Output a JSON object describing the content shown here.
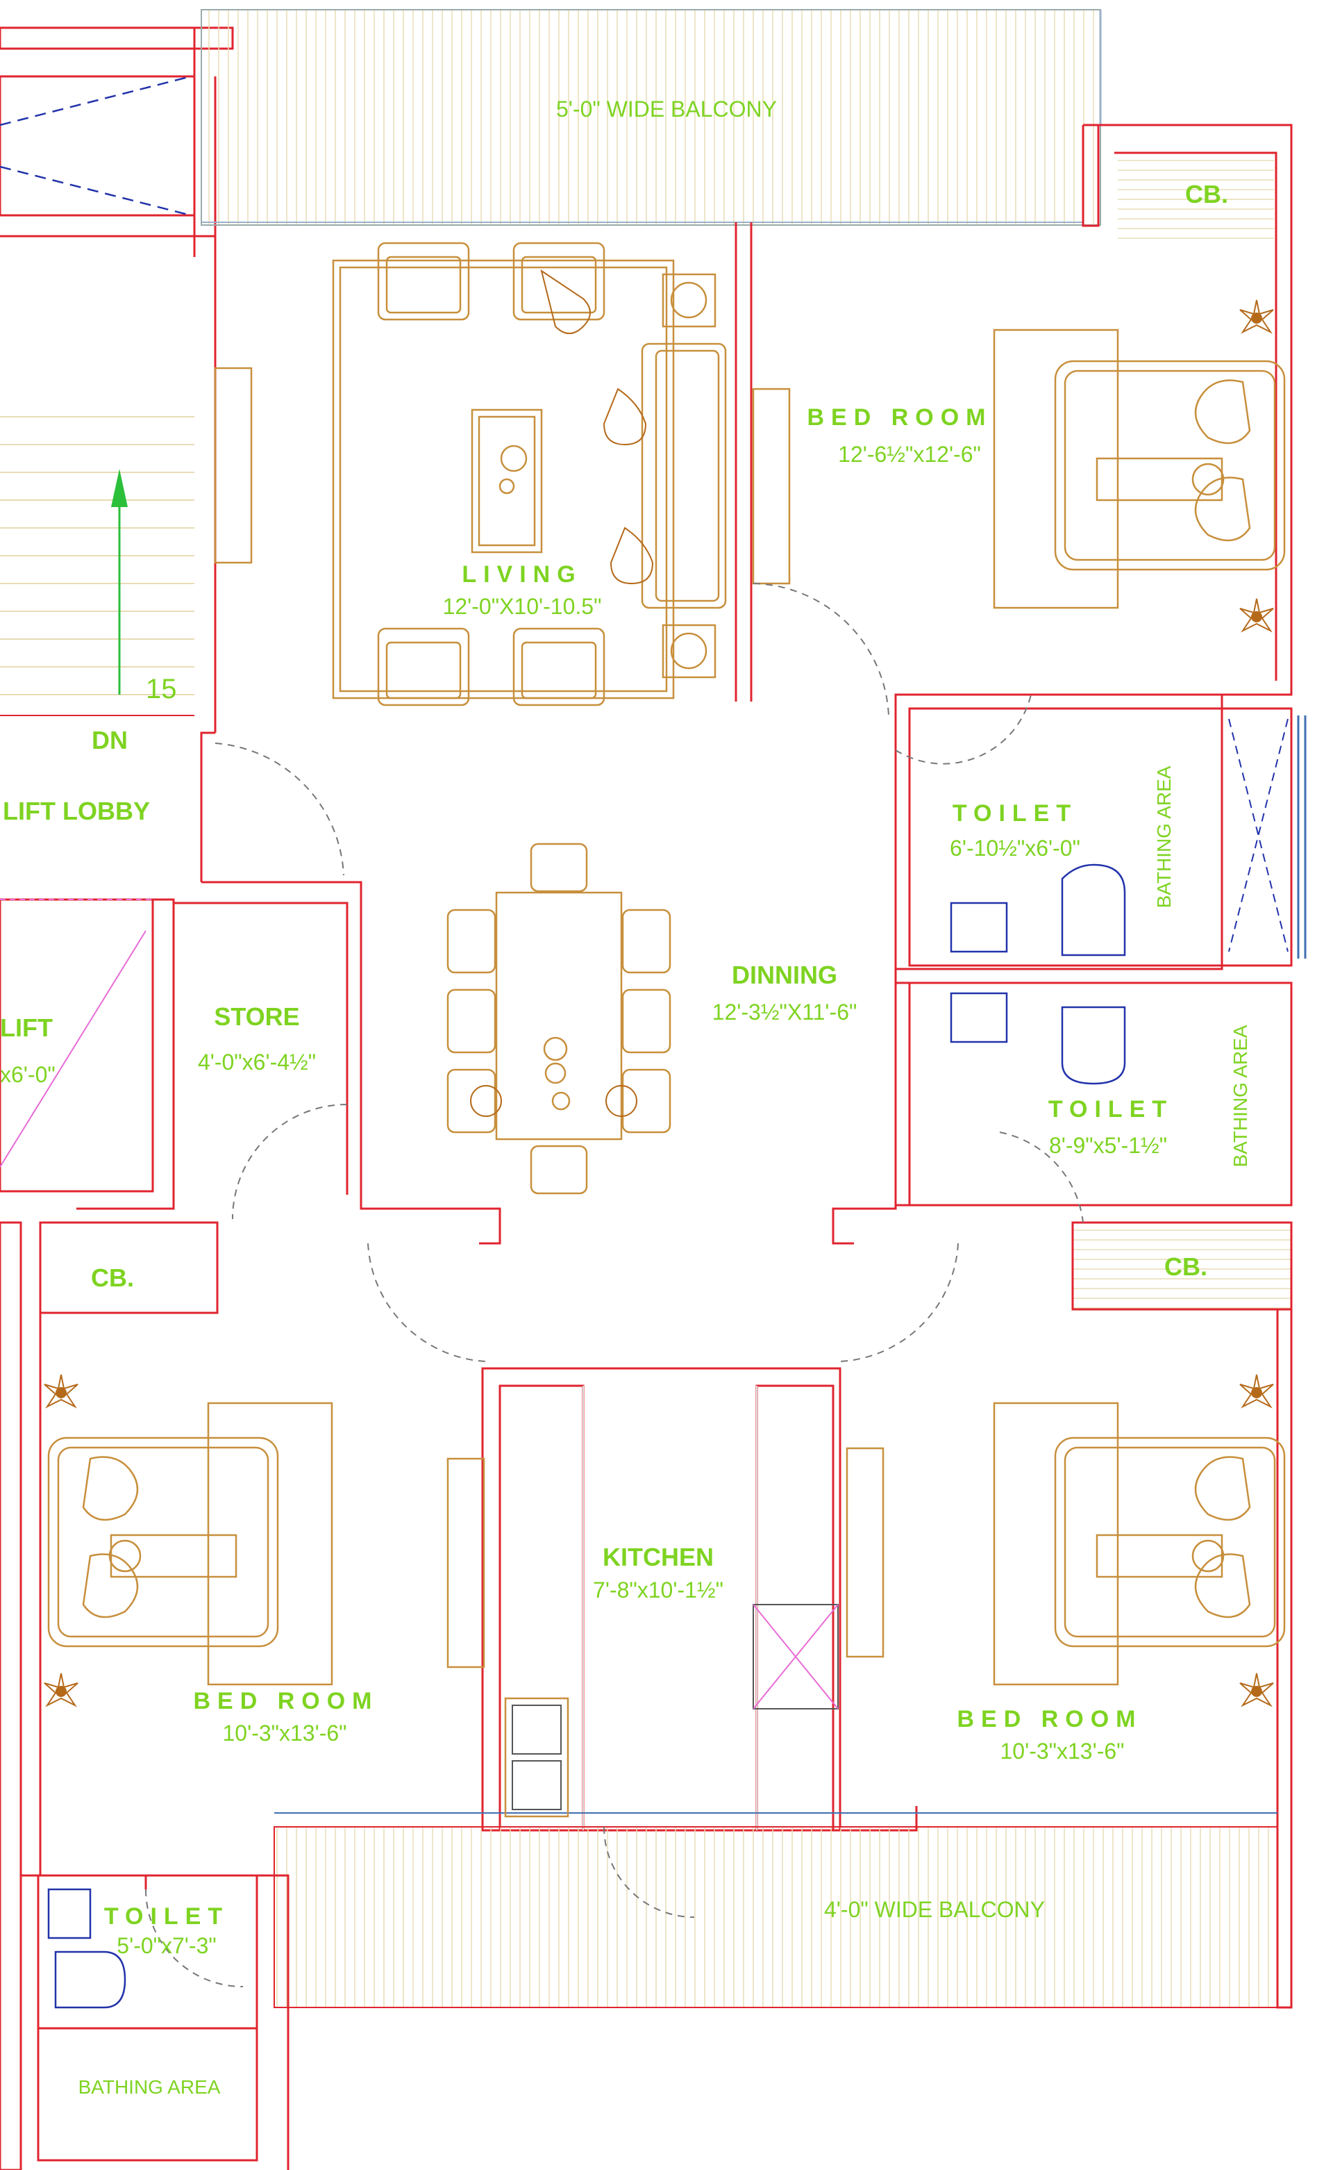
{
  "rooms": {
    "balcony_top": {
      "label": "5'-0\" WIDE BALCONY"
    },
    "cb_top_right": {
      "label": "CB."
    },
    "bedroom_top_right": {
      "label": "BED ROOM",
      "dim": "12'-6½\"x12'-6\""
    },
    "living": {
      "label": "LIVING",
      "dim": "12'-0\"X10'-10.5\""
    },
    "stair": {
      "steps": "15",
      "dir": "DN"
    },
    "lift_lobby": {
      "label": "LIFT LOBBY"
    },
    "toilet_right_1": {
      "label": "TOILET",
      "dim": "6'-10½\"x6'-0\""
    },
    "bathing_1": {
      "label": "BATHING AREA"
    },
    "dinning": {
      "label": "DINNING",
      "dim": "12'-3½\"X11'-6\""
    },
    "store": {
      "label": "STORE",
      "dim": "4'-0\"x6'-4½\""
    },
    "lift": {
      "label": "LIFT",
      "dim": "x6'-0\""
    },
    "toilet_right_2": {
      "label": "TOILET",
      "dim": "8'-9\"x5'-1½\""
    },
    "bathing_2": {
      "label": "BATHING AREA"
    },
    "cb_left": {
      "label": "CB."
    },
    "cb_right": {
      "label": "CB."
    },
    "kitchen": {
      "label": "KITCHEN",
      "dim": "7'-8\"x10'-1½\""
    },
    "bedroom_left": {
      "label": "BED ROOM",
      "dim": "10'-3\"x13'-6\""
    },
    "bedroom_right": {
      "label": "BED ROOM",
      "dim": "10'-3\"x13'-6\""
    },
    "balcony_bottom": {
      "label": "4'-0\" WIDE BALCONY"
    },
    "toilet_left": {
      "label": "TOILET",
      "dim": "5'-0\"x7'-3\""
    },
    "bathing_3": {
      "label": "BATHING AREA"
    }
  },
  "colors": {
    "label": "#7ed321",
    "wall": "#e0242f",
    "furniture": "#c78f3c",
    "fixture": "#2233aa",
    "stair_arrow": "#2bbf3a"
  }
}
